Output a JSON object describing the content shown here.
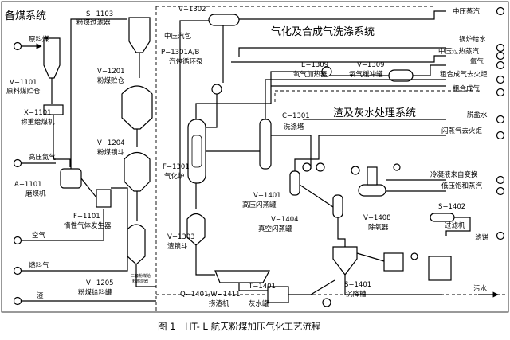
{
  "sections": {
    "coal_prep": "备煤系统",
    "gasification": "气化及合成气洗涤系统",
    "slag_water": "渣及灰水处理系统"
  },
  "equipment": {
    "v1101_tag": "V−1101",
    "v1101_name": "原料煤贮仓",
    "x1101_tag": "X−1101",
    "x1101_name": "称重给煤机",
    "a1101_tag": "A−1101",
    "a1101_name": "磨煤机",
    "f1101_tag": "F−1101",
    "f1101_name": "惰性气体发生器",
    "s1103_tag": "S−1103",
    "s1103_name": "粉煤过滤器",
    "v1201_tag": "V−1201",
    "v1201_name": "粉煤贮仓",
    "v1204_tag": "V−1204",
    "v1204_name": "粉煤锁斗",
    "v1205_tag": "V−1205",
    "v1205_name": "粉煤给料罐",
    "v1302_tag": "V−1302",
    "v1302_name": "中压汽包",
    "p1301_tag": "P−1301A/B",
    "p1301_name": "汽包循环泵",
    "e1309_tag": "E−1309",
    "e1309_name": "氧气加热器",
    "v1309_tag": "V−1309",
    "v1309_name": "氧气缓冲罐",
    "c1301_tag": "C−1301",
    "c1301_name": "洗涤塔",
    "f1301_tag": "F−1301",
    "f1301_name": "气化炉",
    "v1303_tag": "V−1303",
    "v1303_name": "渣锁斗",
    "v1401_tag": "V−1401",
    "v1401_name": "高压闪蒸罐",
    "v1404_tag": "V−1404",
    "v1404_name": "真空闪蒸罐",
    "v1408_tag": "V−1408",
    "v1408_name": "除氧器",
    "s1402_tag": "S−1402",
    "s1402_name": "过滤机",
    "q1401_tag": "Q−1401/W−1411",
    "q1401_name": "捞渣机",
    "t1401_tag": "T−1401",
    "t1401_name": "灰水罐",
    "s1401_tag": "S−1401",
    "s1401_name": "沉降槽",
    "small_note_1": "三套粉煤给",
    "small_note_2": "料燃烧器"
  },
  "streams": {
    "raw_coal": "原料煤",
    "hp_nitrogen": "高压氮气",
    "air": "空气",
    "fuel_gas": "燃料气",
    "slag": "渣",
    "mp_steam": "中压蒸汽",
    "boiler_feed_water": "锅炉给水",
    "mp_superheated_steam": "中压过热蒸汽",
    "oxygen": "氧气",
    "crude_syngas_flare": "粗合成气去火炬",
    "crude_syngas": "粗合成气",
    "desalted_water": "脱盐水",
    "flash_vapor_flare": "闪蒸气去火炬",
    "condensate_from_shift": "冷凝液来自变换",
    "lp_saturated_steam": "低压饱和蒸汽",
    "filter_cake": "滤饼",
    "sewage": "污水"
  },
  "caption": "图 1　HT- L 航天粉煤加压气化工艺流程"
}
